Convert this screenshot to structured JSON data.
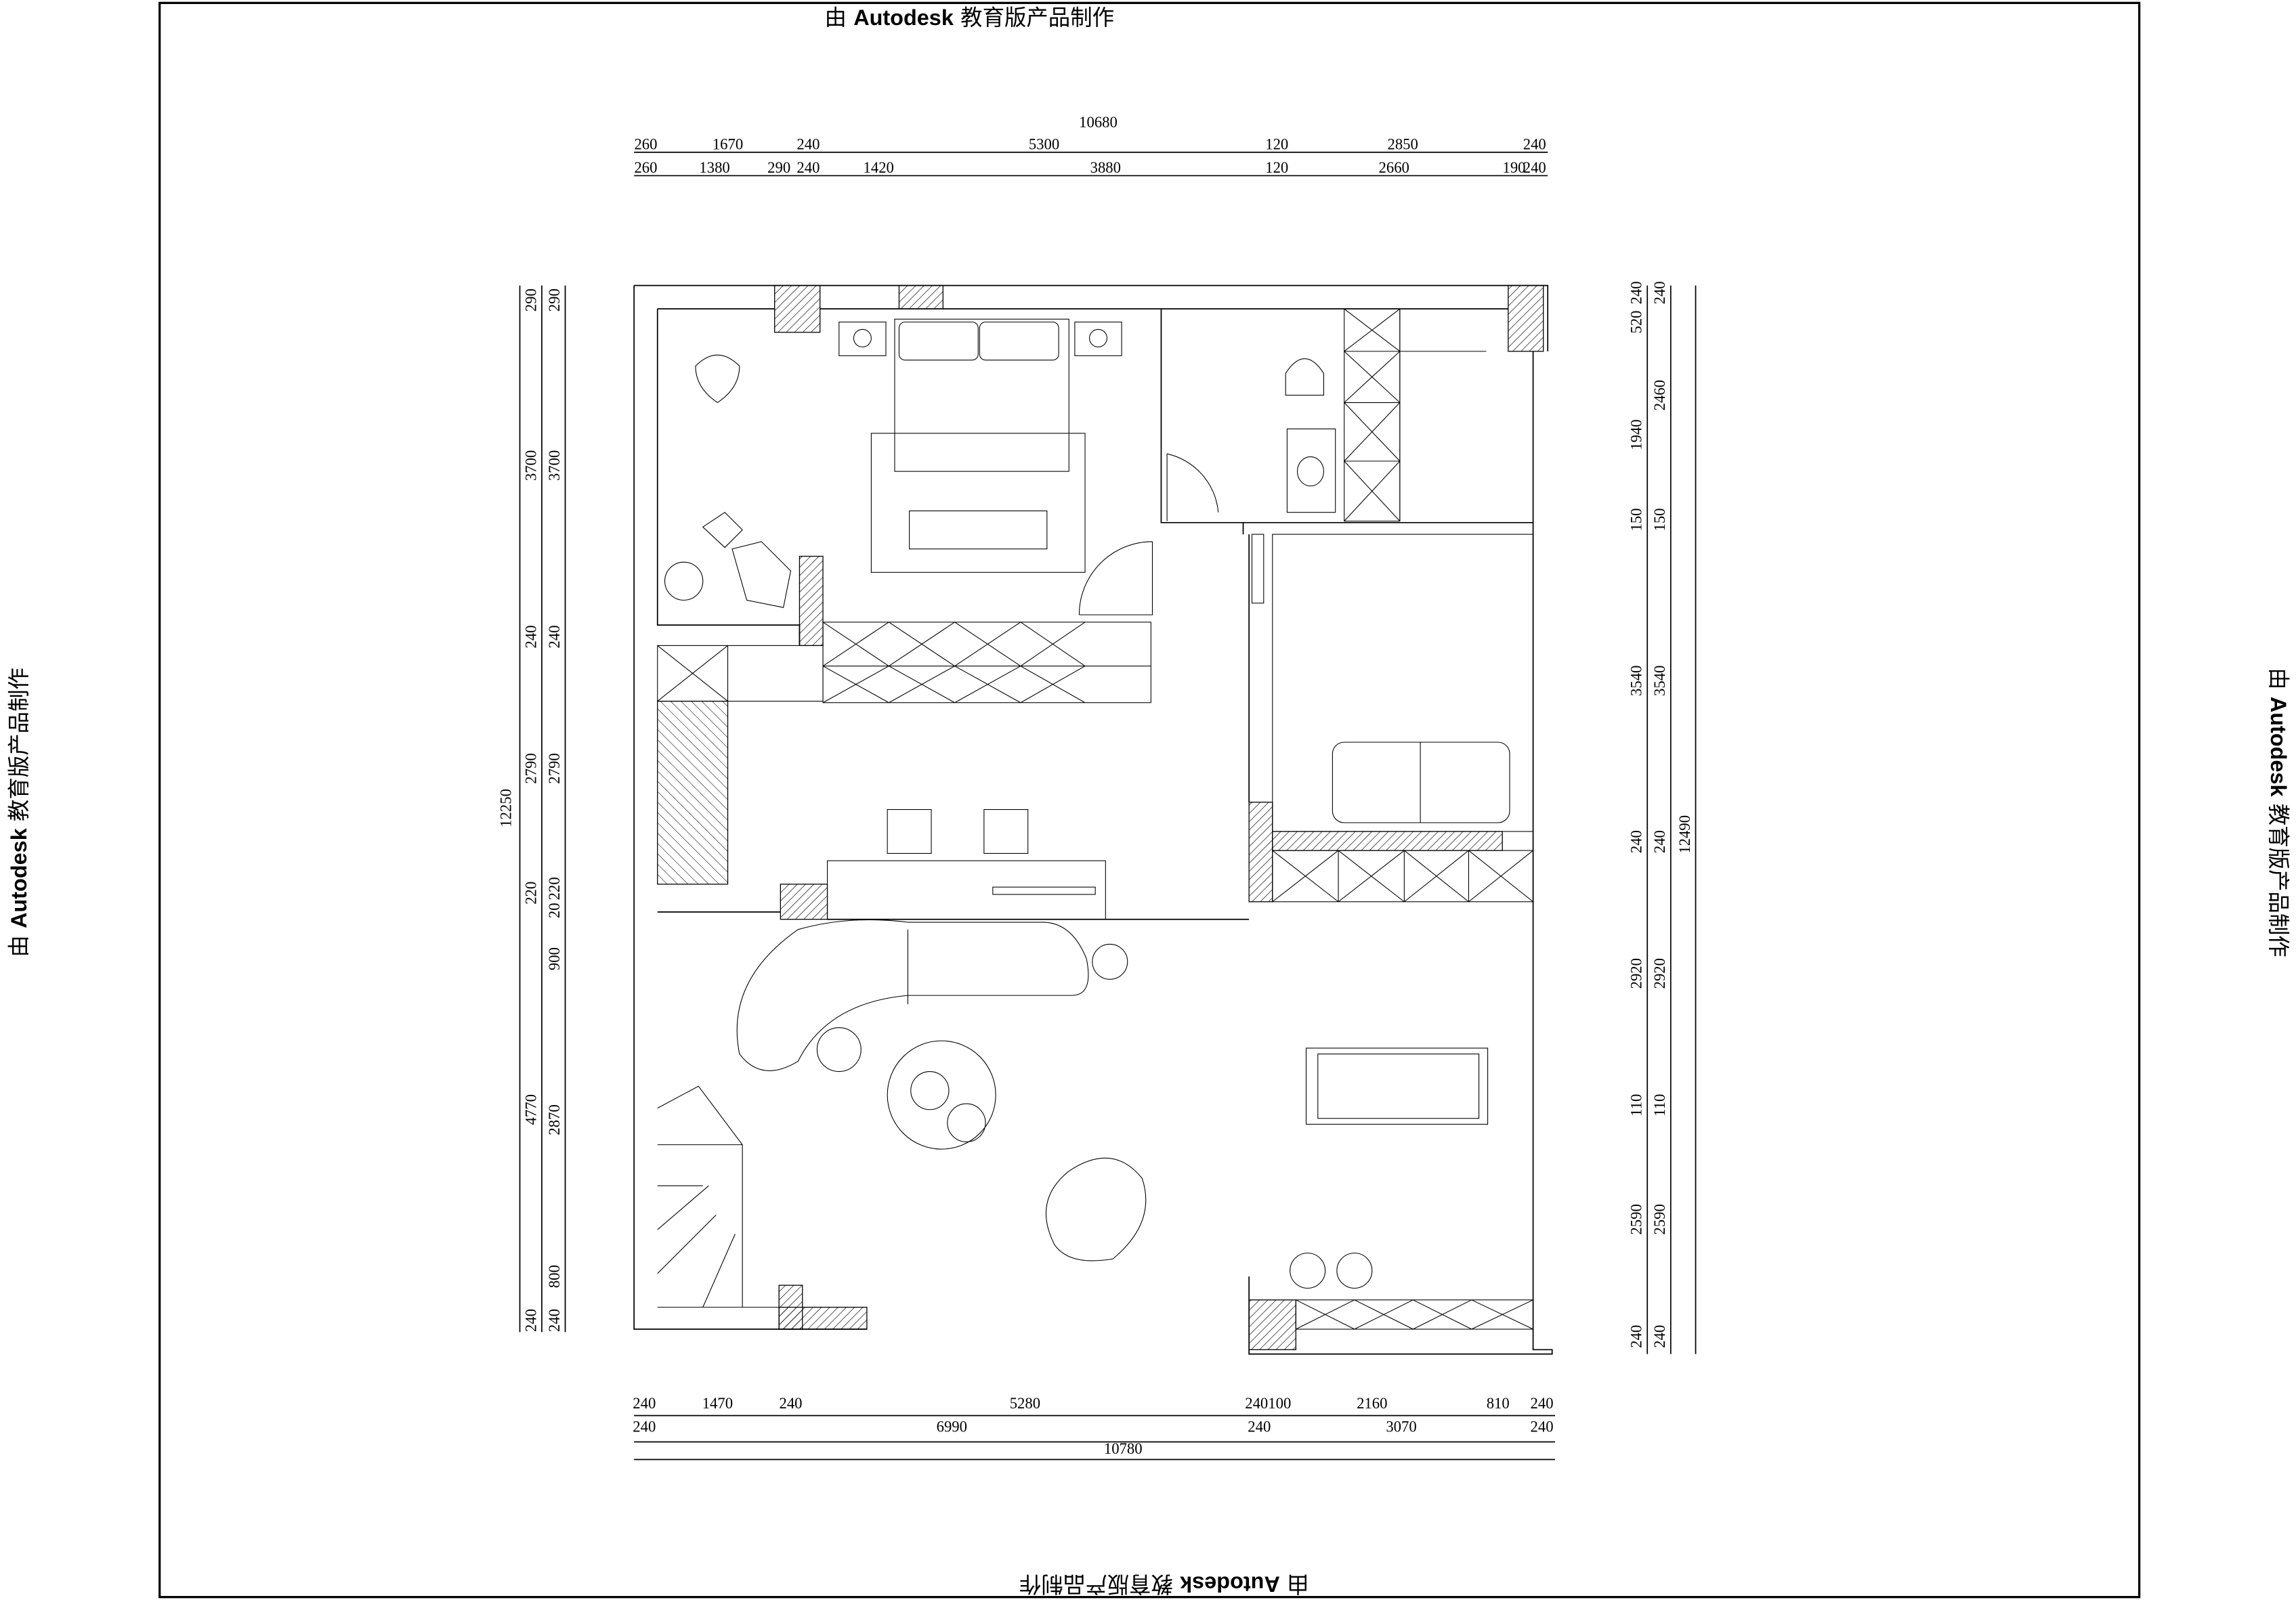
{
  "watermark": {
    "prefix": "由",
    "brand": "Autodesk",
    "suffix": "教育版产品制作"
  },
  "dimensions": {
    "top": {
      "total": "10680",
      "row1": [
        "260",
        "1670",
        "240",
        "5300",
        "120",
        "2850",
        "240"
      ],
      "row2": [
        "260",
        "1380",
        "290",
        "240",
        "1420",
        "3880",
        "120",
        "2660",
        "190",
        "240"
      ]
    },
    "bottom": {
      "row1": [
        "240",
        "1470",
        "240",
        "5280",
        "240100",
        "2160",
        "810",
        "240"
      ],
      "row2": [
        "240",
        "6990",
        "240",
        "3070",
        "240"
      ],
      "total": "10780"
    },
    "left": {
      "total": "12250",
      "outer": [
        "290",
        "3700",
        "240",
        "2790",
        "220",
        "4770",
        "240"
      ],
      "inner": [
        "290",
        "3700",
        "240",
        "2790",
        "220",
        "20",
        "900",
        "2870",
        "800",
        "240"
      ]
    },
    "right": {
      "total": "12490",
      "outer": [
        "240",
        "520",
        "1940",
        "150",
        "3540",
        "240",
        "2920",
        "110",
        "2590",
        "240"
      ],
      "inner": [
        "240",
        "2460",
        "150",
        "3540",
        "240",
        "2920",
        "110",
        "2590",
        "240"
      ]
    }
  }
}
